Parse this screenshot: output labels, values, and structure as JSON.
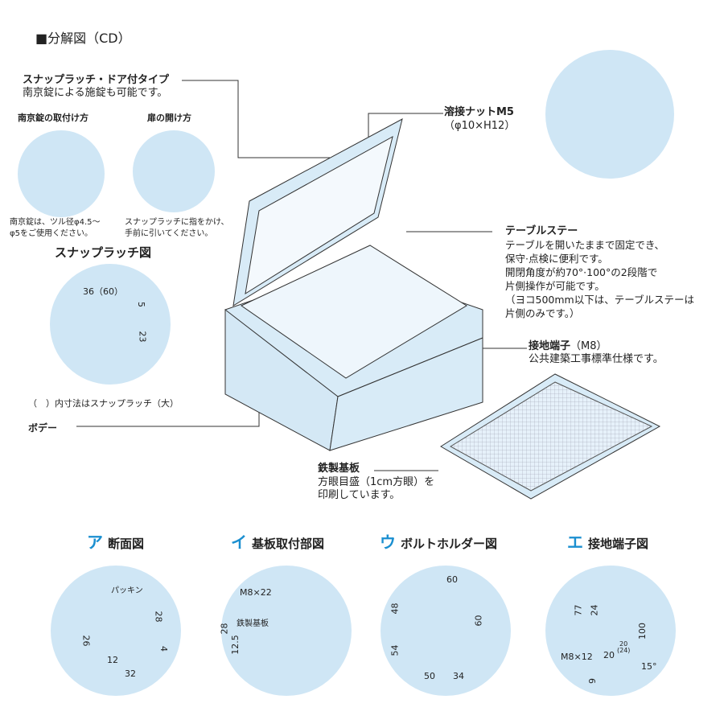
{
  "title": "■分解図（CD）",
  "snap_latch": {
    "heading": "スナップラッチ・ドア付タイプ",
    "sub": "南京錠による施錠も可能です。",
    "lock_title": "南京錠の取付け方",
    "open_title": "扉の開け方",
    "lock_caption": [
      "南京錠は、ツル径φ4.5～",
      "φ5をご使用ください。"
    ],
    "open_caption": [
      "スナップラッチに指をかけ、",
      "手前に引いてください。"
    ],
    "diagram_title": "スナップラッチ図",
    "dims": [
      "36（60）",
      "5",
      "23"
    ],
    "note": "（　）内寸法はスナップラッチ（大）"
  },
  "body_label": "ボデー",
  "weld_nut": {
    "heading": "溶接ナットM5",
    "sub": "（φ10×H12）"
  },
  "table_stay": {
    "heading": "テーブルステー",
    "lines": [
      "テーブルを開いたままで固定でき、",
      "保守·点検に便利です。",
      "開閉角度が約70°·100°の2段階で",
      "片側操作が可能です。",
      "（ヨコ500mm以下は、テーブルステーは",
      "片側のみです。）"
    ]
  },
  "ground": {
    "heading": "接地端子",
    "spec": "（M8）",
    "sub": "公共建築工事標準仕様です。"
  },
  "plate": {
    "heading": "鉄製基板",
    "lines": [
      "方眼目盛（1cm方眼）を",
      "印刷しています。"
    ]
  },
  "details": [
    {
      "kana": "ア",
      "title": "断面図",
      "labels": [
        "パッキン",
        "28",
        "26",
        "4",
        "12",
        "32"
      ]
    },
    {
      "kana": "イ",
      "title": "基板取付部図",
      "labels": [
        "M8×22",
        "鉄製基板",
        "28",
        "12.5"
      ]
    },
    {
      "kana": "ウ",
      "title": "ボルトホルダー図",
      "labels": [
        "60",
        "48",
        "60",
        "54",
        "50",
        "34"
      ]
    },
    {
      "kana": "エ",
      "title": "接地端子図",
      "labels": [
        "77",
        "24",
        "100",
        "20",
        "(24)",
        "M8×12",
        "20",
        "15°",
        "9"
      ]
    }
  ]
}
